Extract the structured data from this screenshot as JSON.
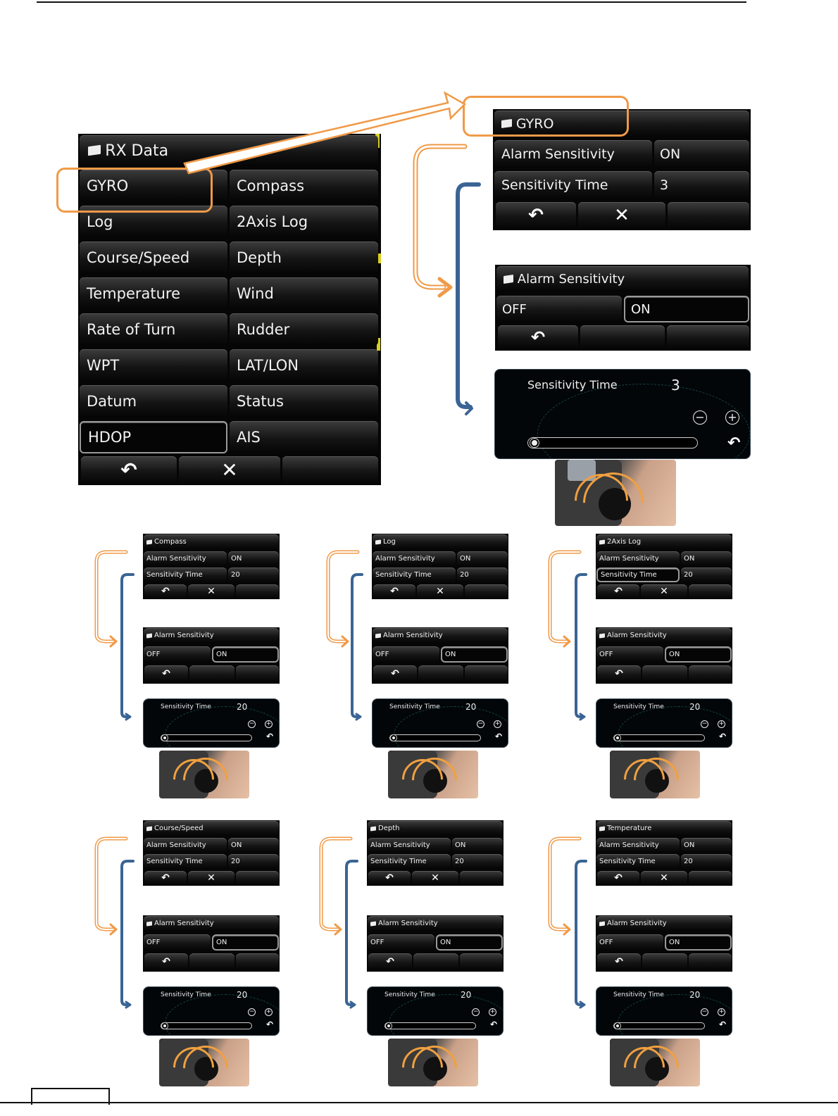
{
  "rx_menu": {
    "title": "RX Data",
    "items": [
      "GYRO",
      "Compass",
      "Log",
      "2Axis Log",
      "Course/Speed",
      "Depth",
      "Temperature",
      "Wind",
      "Rate of Turn",
      "Rudder",
      "WPT",
      "LAT/LON",
      "Datum",
      "Status",
      "HDOP",
      "AIS"
    ],
    "selected": "HDOP",
    "back_icon": "↶",
    "close_icon": "✕"
  },
  "gyro": {
    "title": "GYRO",
    "alarm_label": "Alarm Sensitivity",
    "alarm_value": "ON",
    "time_label": "Sensitivity Time",
    "time_value": "3"
  },
  "alarm_dialog": {
    "title": "Alarm Sensitivity",
    "off": "OFF",
    "on": "ON"
  },
  "time_dialog": {
    "label": "Sensitivity Time",
    "value": "3",
    "minus_icon": "⊖",
    "plus_icon": "⊕"
  },
  "small_sets": [
    {
      "title": "Compass",
      "alarm_label": "Alarm Sensitivity",
      "alarm_value": "ON",
      "time_label": "Sensitivity Time",
      "time_value": "20"
    },
    {
      "title": "Log",
      "alarm_label": "Alarm Sensitivity",
      "alarm_value": "ON",
      "time_label": "Sensitivity Time",
      "time_value": "20"
    },
    {
      "title": "2Axis Log",
      "alarm_label": "Alarm Sensitivity",
      "alarm_value": "ON",
      "time_label": "Sensitivity Time",
      "time_value": "20"
    },
    {
      "title": "Course/Speed",
      "alarm_label": "Alarm Sensitivity",
      "alarm_value": "ON",
      "time_label": "Sensitivity Time",
      "time_value": "20"
    },
    {
      "title": "Depth",
      "alarm_label": "Alarm Sensitivity",
      "alarm_value": "ON",
      "time_label": "Sensitivity Time",
      "time_value": "20"
    },
    {
      "title": "Temperature",
      "alarm_label": "Alarm Sensitivity",
      "alarm_value": "ON",
      "time_label": "Sensitivity Time",
      "time_value": "20"
    }
  ],
  "colors": {
    "orange": "#f09a48",
    "blue": "#3a6494",
    "panel": "#060606"
  }
}
